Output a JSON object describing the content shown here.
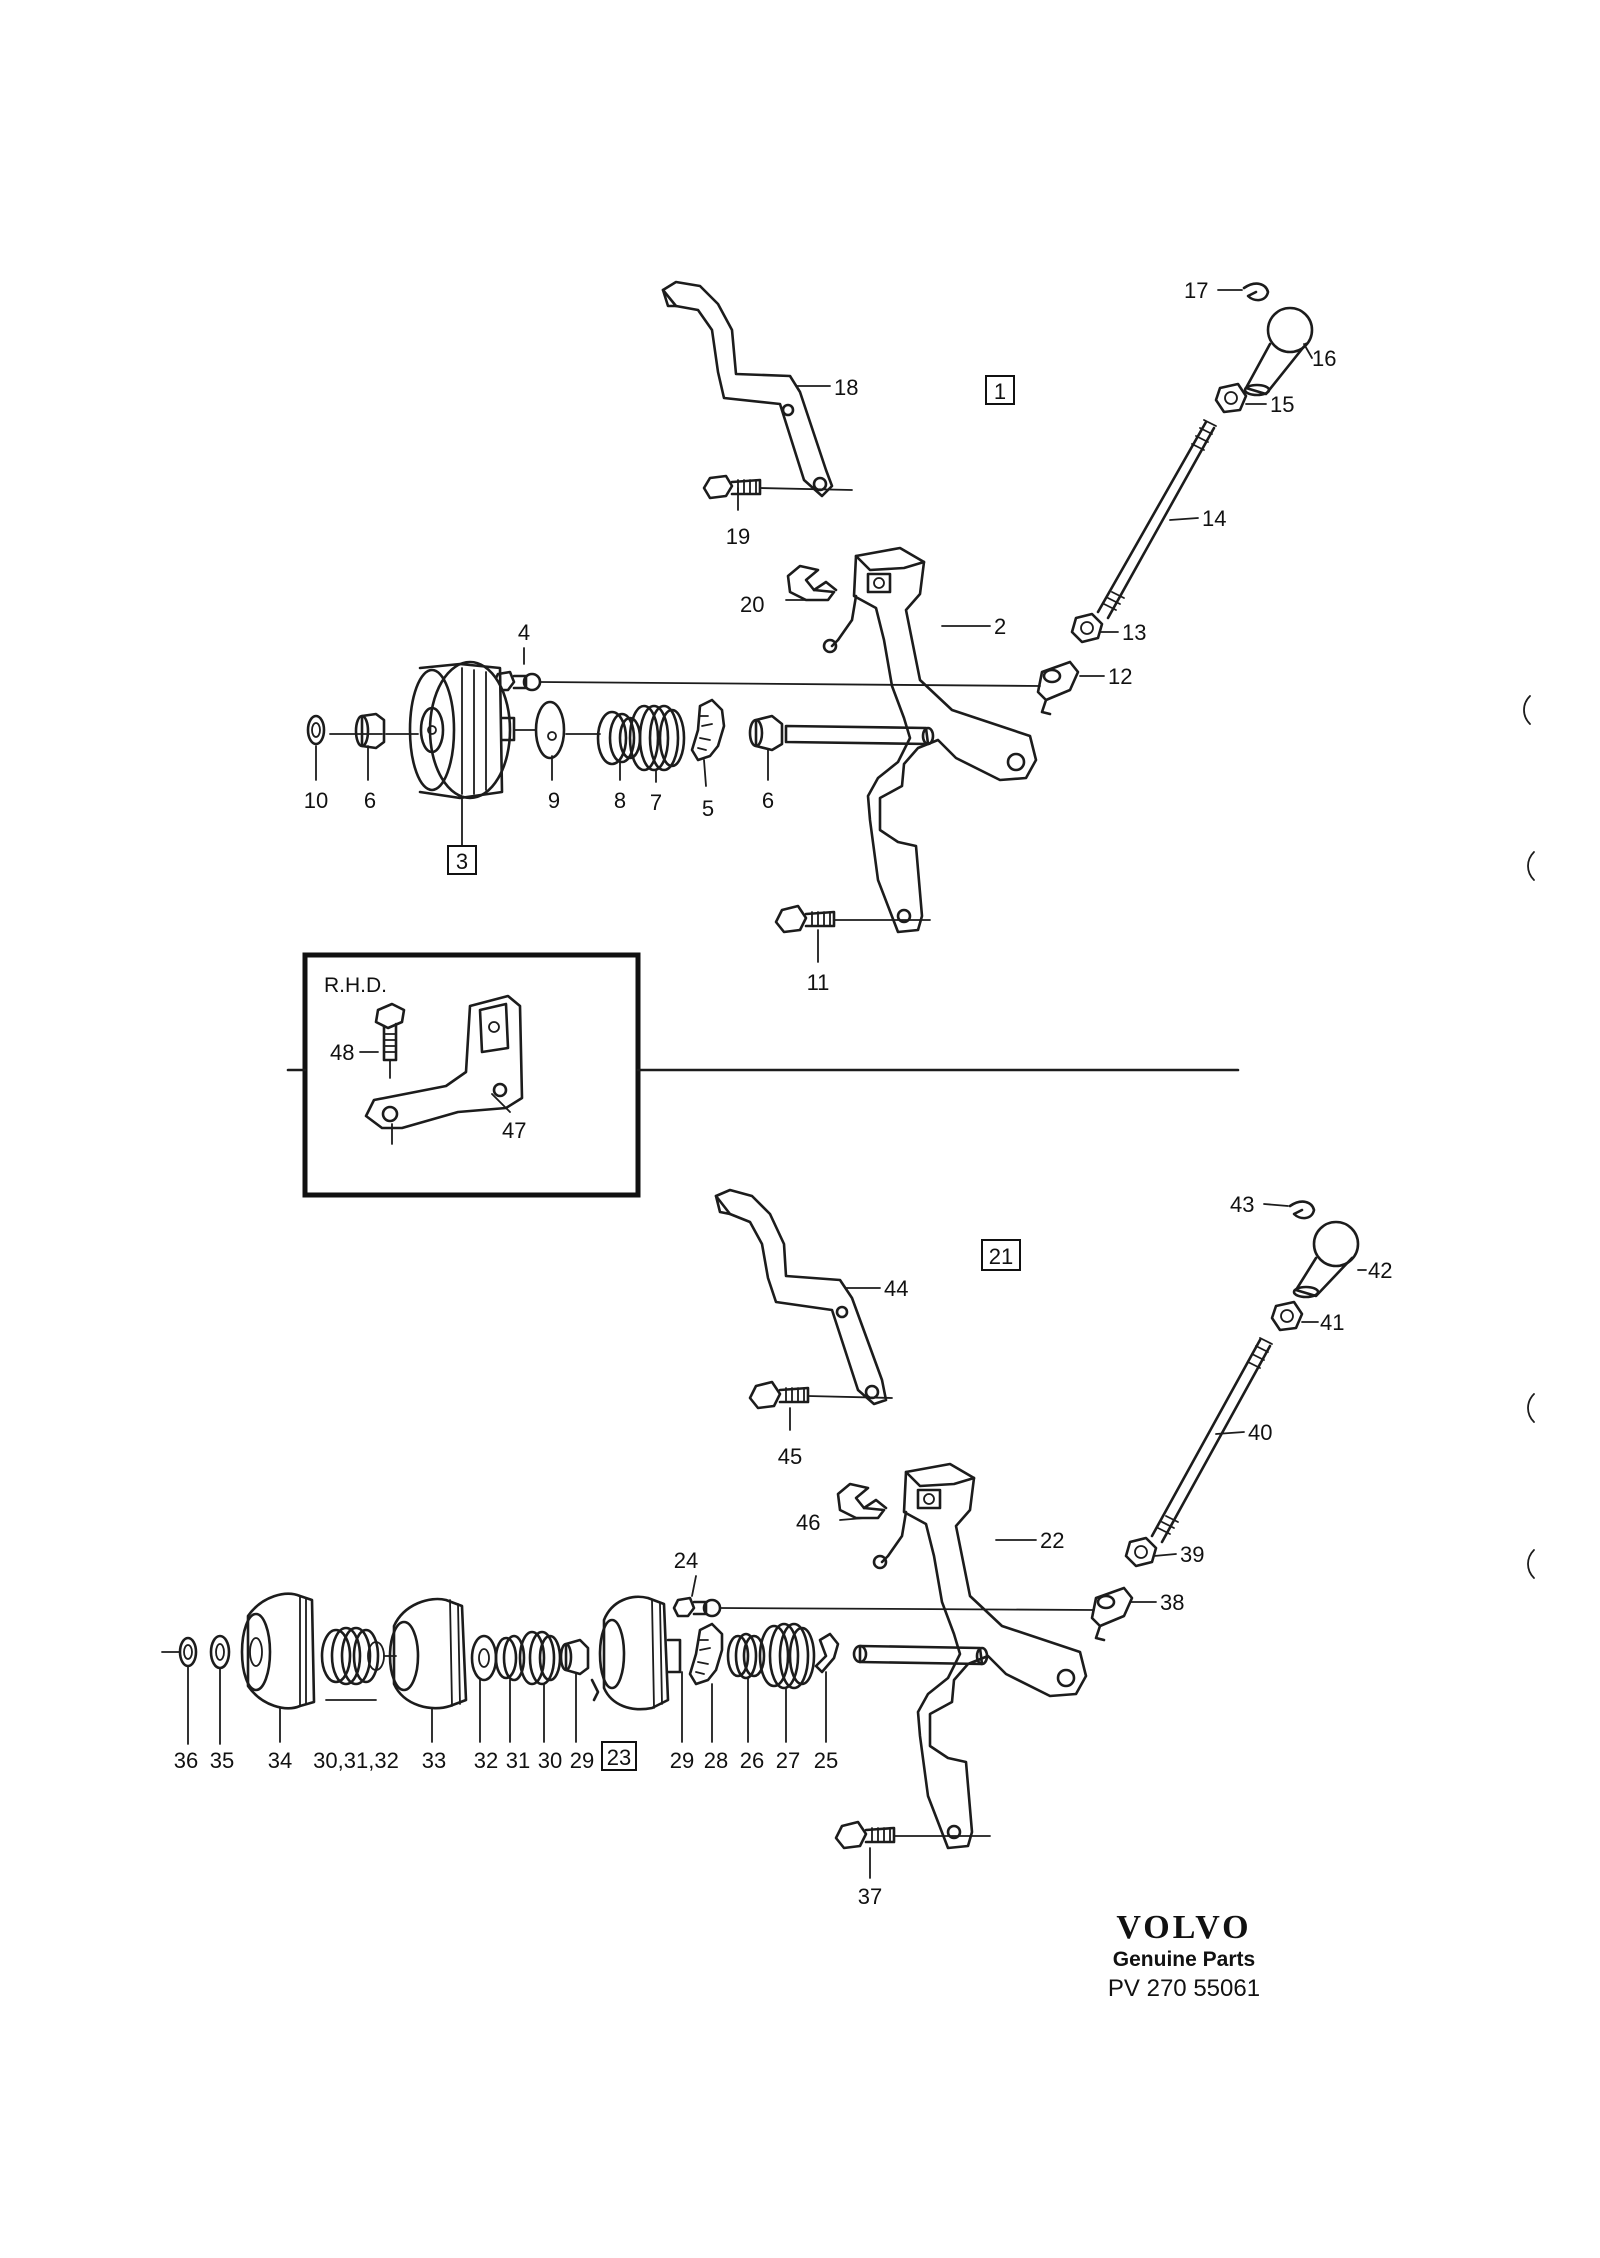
{
  "group_labels": {
    "g1": "1",
    "g3": "3",
    "g21": "21",
    "g23": "23"
  },
  "inset": {
    "title": "R.H.D."
  },
  "labels": {
    "l2": "2",
    "l4": "4",
    "l5": "5",
    "l6a": "6",
    "l6b": "6",
    "l7": "7",
    "l8": "8",
    "l9": "9",
    "l10": "10",
    "l11": "11",
    "l12": "12",
    "l13": "13",
    "l14": "14",
    "l15": "15",
    "l16": "16",
    "l17": "17",
    "l18": "18",
    "l19": "19",
    "l20": "20",
    "l22": "22",
    "l24": "24",
    "l25": "25",
    "l26": "26",
    "l27": "27",
    "l28": "28",
    "l29a": "29",
    "l29b": "29",
    "l30a": "30",
    "l30_31_32": "30,31,32",
    "l31": "31",
    "l32": "32",
    "l33": "33",
    "l34": "34",
    "l35": "35",
    "l36": "36",
    "l37": "37",
    "l38": "38",
    "l39": "39",
    "l40": "40",
    "l41": "41",
    "l42": "42",
    "l43": "43",
    "l44": "44",
    "l45": "45",
    "l46": "46",
    "l47": "47",
    "l48": "48"
  },
  "footer": {
    "logo": "VOLVO",
    "subtitle": "Genuine Parts",
    "code": "PV 270 55061"
  }
}
